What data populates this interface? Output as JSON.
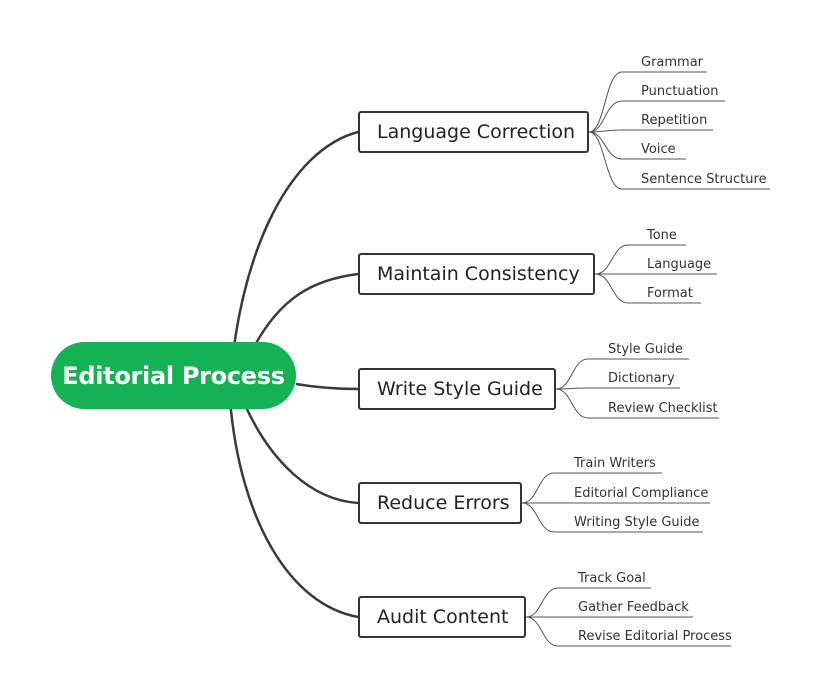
{
  "root": {
    "label": "Editorial Process"
  },
  "branches": [
    {
      "label": "Language Correction",
      "children": [
        "Grammar",
        "Punctuation",
        "Repetition",
        "Voice",
        "Sentence Structure"
      ]
    },
    {
      "label": "Maintain Consistency",
      "children": [
        "Tone",
        "Language",
        "Format"
      ]
    },
    {
      "label": "Write Style Guide",
      "children": [
        "Style Guide",
        "Dictionary",
        "Review Checklist"
      ]
    },
    {
      "label": "Reduce Errors",
      "children": [
        "Train Writers",
        "Editorial Compliance",
        "Writing Style Guide"
      ]
    },
    {
      "label": "Audit Content",
      "children": [
        "Track Goal",
        "Gather Feedback",
        "Revise Editorial Process"
      ]
    }
  ],
  "colors": {
    "root_fill": "#14b254",
    "root_text": "#ffffff",
    "branch_border": "#333333",
    "connector": "#3a3a3a",
    "leaf_connector": "#555555"
  }
}
